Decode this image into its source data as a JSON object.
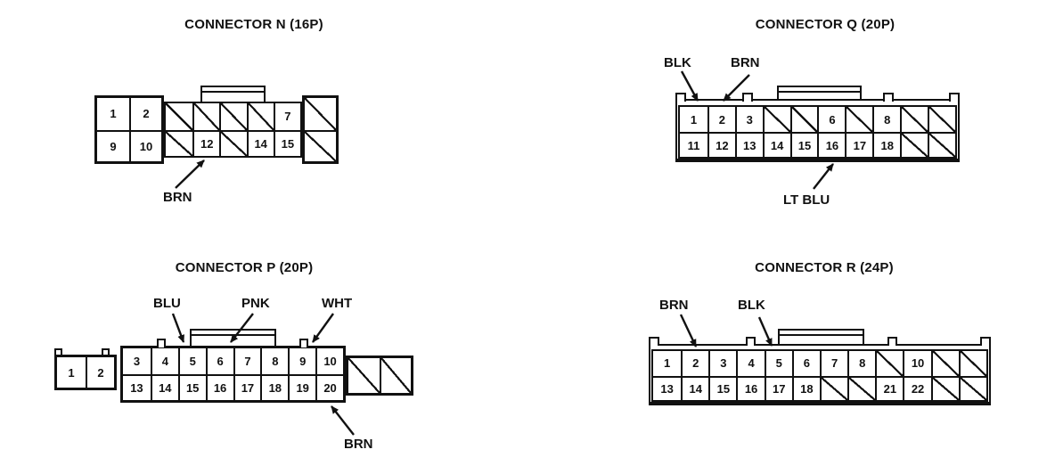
{
  "page": {
    "background_color": "#ffffff",
    "ink_color": "#111111",
    "hatch_token": "#",
    "hatch_meaning": "blocked cavity (no terminal)"
  },
  "connectors": {
    "n": {
      "title": "CONNECTOR N (16P)",
      "pins_total": 16,
      "blocks": {
        "left": [
          [
            "1",
            "2"
          ],
          [
            "9",
            "10"
          ]
        ],
        "middle": [
          [
            "#",
            "#",
            "#",
            "#",
            "7"
          ],
          [
            "#",
            "12",
            "#",
            "14",
            "15"
          ]
        ],
        "right": [
          [
            "#"
          ],
          [
            "#"
          ]
        ]
      },
      "wire_labels": [
        {
          "text": "BRN",
          "points_to_pin": "12"
        }
      ]
    },
    "q": {
      "title": "CONNECTOR Q (20P)",
      "pins_total": 20,
      "blocks": {
        "main": [
          [
            "1",
            "2",
            "3",
            "#",
            "#",
            "6",
            "#",
            "8",
            "#",
            "#"
          ],
          [
            "11",
            "12",
            "13",
            "14",
            "15",
            "16",
            "17",
            "18",
            "#",
            "#"
          ]
        ]
      },
      "wire_labels": [
        {
          "text": "BLK",
          "points_to_pin": "1"
        },
        {
          "text": "BRN",
          "points_to_pin": "2"
        },
        {
          "text": "LT BLU",
          "points_to_pin": "16"
        }
      ]
    },
    "p": {
      "title": "CONNECTOR P (20P)",
      "pins_total": 20,
      "blocks": {
        "left": [
          [
            "1",
            "2"
          ]
        ],
        "main": [
          [
            "3",
            "4",
            "5",
            "6",
            "7",
            "8",
            "9",
            "10"
          ],
          [
            "13",
            "14",
            "15",
            "16",
            "17",
            "18",
            "19",
            "20"
          ]
        ],
        "right": [
          [
            "#",
            "#"
          ]
        ]
      },
      "wire_labels": [
        {
          "text": "BLU",
          "points_to_pin": "5"
        },
        {
          "text": "PNK",
          "points_to_pin": "6"
        },
        {
          "text": "WHT",
          "points_to_pin": "9"
        },
        {
          "text": "BRN",
          "points_to_pin": "20"
        }
      ]
    },
    "r": {
      "title": "CONNECTOR R (24P)",
      "pins_total": 24,
      "blocks": {
        "main": [
          [
            "1",
            "2",
            "3",
            "4",
            "5",
            "6",
            "7",
            "8",
            "#",
            "10",
            "#",
            "#"
          ],
          [
            "13",
            "14",
            "15",
            "16",
            "17",
            "18",
            "#",
            "#",
            "21",
            "22",
            "#",
            "#"
          ]
        ]
      },
      "wire_labels": [
        {
          "text": "BRN",
          "points_to_pin": "2"
        },
        {
          "text": "BLK",
          "points_to_pin": "5"
        }
      ]
    }
  }
}
